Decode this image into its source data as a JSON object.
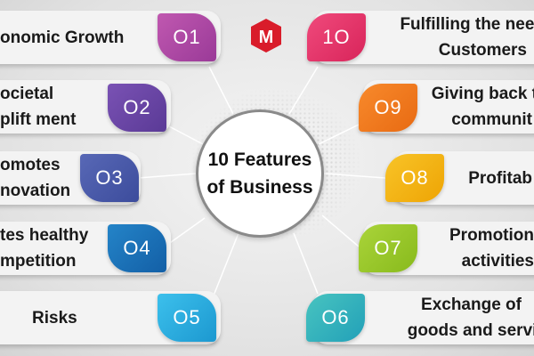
{
  "center": {
    "line1": "10 Features",
    "line2": "of Business"
  },
  "logo": {
    "letter": "M",
    "color": "#d91c2a"
  },
  "features": [
    {
      "num": "O1",
      "lines": [
        "onomic Growth"
      ],
      "color": "#b24aa6"
    },
    {
      "num": "O2",
      "lines": [
        "ocietal",
        "plift ment"
      ],
      "color": "#6b47a6"
    },
    {
      "num": "O3",
      "lines": [
        "omotes",
        "novation"
      ],
      "color": "#4a5aaa"
    },
    {
      "num": "O4",
      "lines": [
        "tes healthy",
        "mpetition"
      ],
      "color": "#1b74bb"
    },
    {
      "num": "O5",
      "lines": [
        "Risks"
      ],
      "color": "#28ace0"
    },
    {
      "num": "O6",
      "lines": [
        "Exchange of",
        "goods and servic"
      ],
      "color": "#35b5bb"
    },
    {
      "num": "O7",
      "lines": [
        "Promotion",
        "activities"
      ],
      "color": "#9bc92c"
    },
    {
      "num": "O8",
      "lines": [
        "Profitab"
      ],
      "color": "#f2b312"
    },
    {
      "num": "O9",
      "lines": [
        "Giving back t",
        "communit"
      ],
      "color": "#f27b1f"
    },
    {
      "num": "1O",
      "lines": [
        "Fulfilling the need",
        "Customers"
      ],
      "color": "#e8336c"
    }
  ]
}
